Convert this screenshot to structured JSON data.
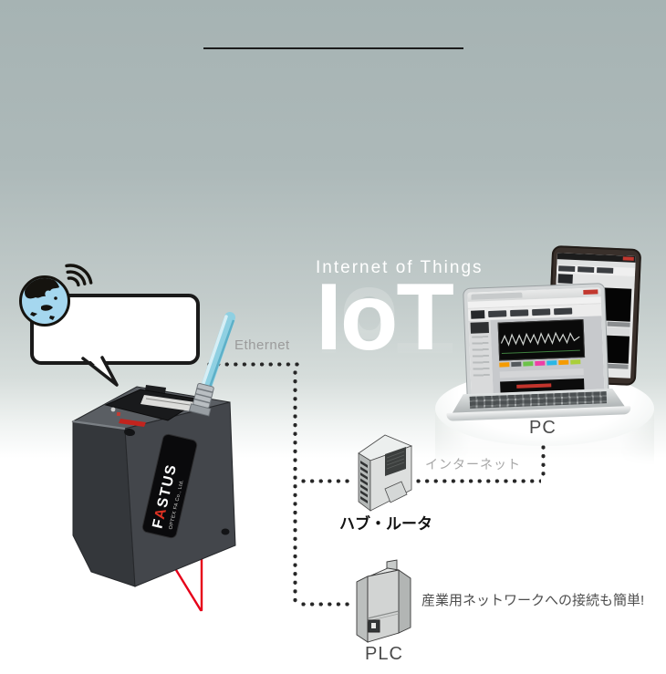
{
  "iot": {
    "subtitle": "Internet of Things",
    "title": "IoT"
  },
  "connections": {
    "ethernet_label": "Ethernet",
    "internet_label": "インターネット"
  },
  "devices": {
    "sensor": {
      "brand_pre": "F",
      "brand_accent": "A",
      "brand_post": "STUS",
      "company": "OPTEX FA Co., Ltd."
    },
    "hub": {
      "label": "ハブ・ルータ"
    },
    "pc": {
      "label": "PC"
    },
    "plc": {
      "label": "PLC",
      "note": "産業用ネットワークへの接続も簡単!"
    }
  },
  "colors": {
    "background_top": "#a7b4b4",
    "background_bottom": "#ffffff",
    "divider": "#1b1b1b",
    "dot_black": "#262626",
    "cable_cyan": "#8fd0e2",
    "laser_red": "#e60019",
    "brand_accent_red": "#e03223",
    "watermark_white": "#ffffff"
  }
}
